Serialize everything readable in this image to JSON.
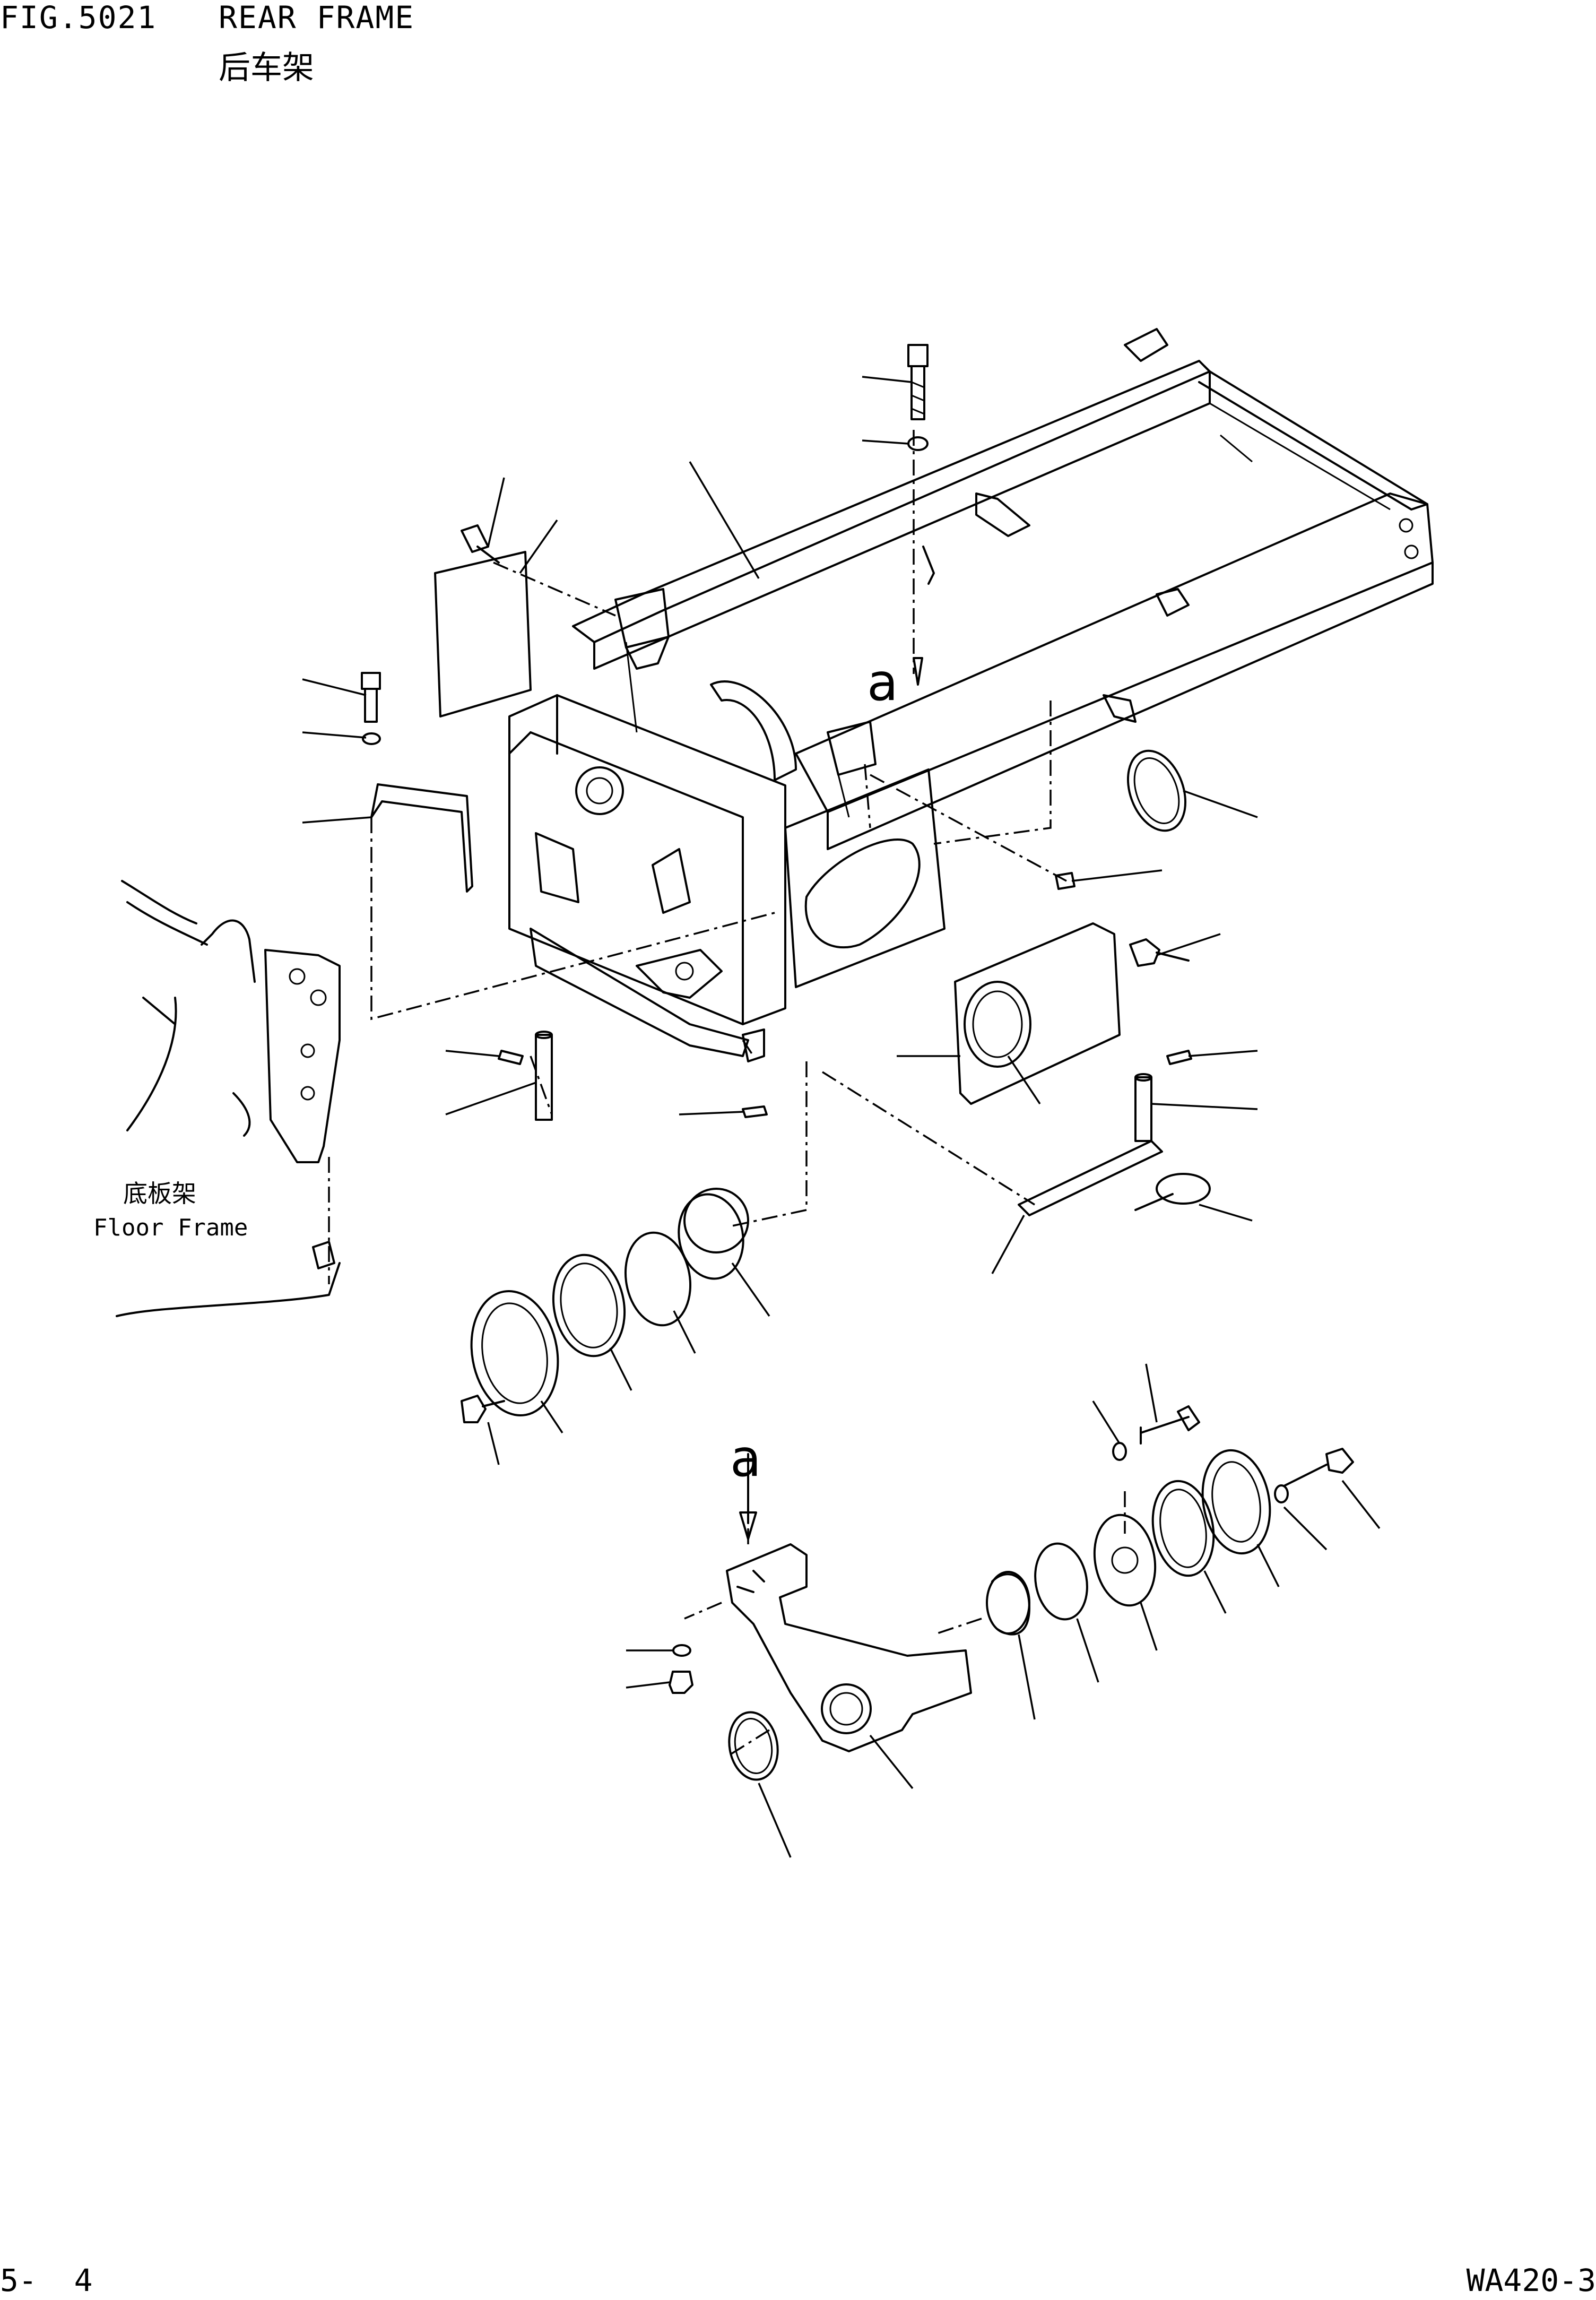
{
  "header": {
    "figure_number": "FIG.5021",
    "figure_title": "REAR FRAME",
    "figure_title_cn": "后车架"
  },
  "labels": {
    "floor_frame_cn": "底板架",
    "floor_frame_en": "Floor Frame",
    "detail_mark_upper": "a",
    "detail_mark_lower": "a"
  },
  "footer": {
    "page_number": "5-  4",
    "model": "WA420-3"
  }
}
